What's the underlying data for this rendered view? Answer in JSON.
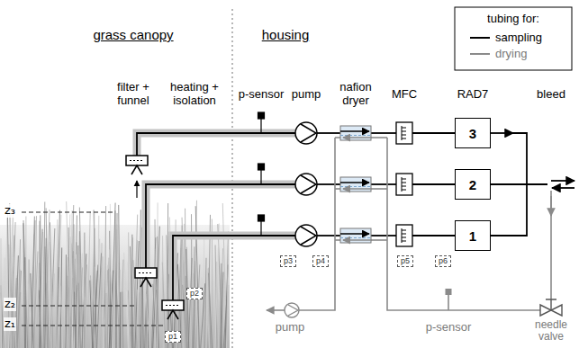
{
  "diagram": {
    "nodes": [
      {
        "text": [
          "3"
        ]
      },
      {
        "text": [
          "2"
        ]
      },
      {
        "text": [
          "1"
        ]
      },
      {
        "text": [
          "p3"
        ]
      },
      {
        "text": [
          "p4"
        ]
      },
      {
        "text": [
          "p5"
        ]
      },
      {
        "text": [
          "p6"
        ]
      },
      {
        "text": [
          "p2"
        ]
      },
      {
        "text": [
          "p1"
        ]
      }
    ],
    "labels": [
      "grass canopy",
      "housing",
      "tubing for:",
      "filter + funnel",
      "heating + isolation",
      "p-sensor",
      "pump",
      "nafion dryer",
      "MFC",
      "RAD7",
      "bleed",
      "z₃",
      "z₂",
      "z₁",
      "pump",
      "p-sensor",
      "needle valve"
    ],
    "legend": [
      {
        "text": "sampling"
      },
      {
        "text": "drying"
      }
    ]
  }
}
